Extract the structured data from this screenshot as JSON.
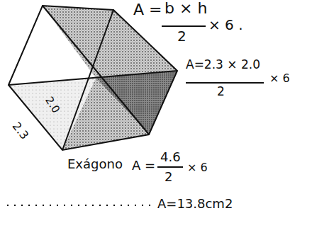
{
  "diagram": {
    "labels": [
      "A =",
      "b × h",
      "2",
      "× 6 .",
      "A=2.3 × 2.0",
      "2",
      "× 6",
      "2.3",
      "2.0",
      "Exágono",
      "A =",
      "4.6",
      "2",
      "× 6",
      "A=13.8cm2"
    ]
  }
}
